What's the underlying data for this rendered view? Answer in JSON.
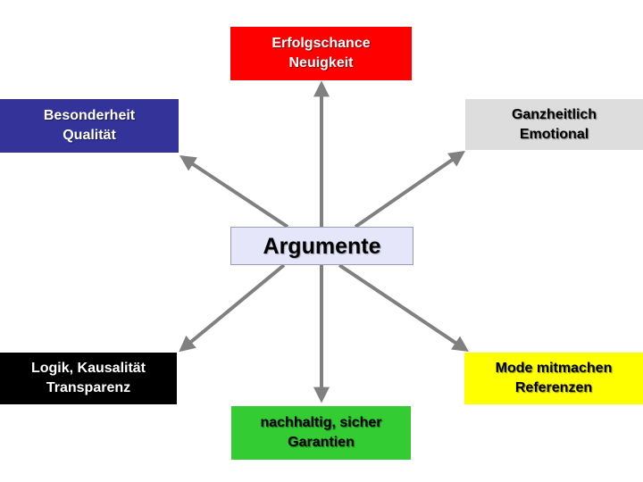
{
  "center": {
    "label": "Argumente",
    "bg": "#e6e6fa",
    "color": "#000000"
  },
  "nodes": [
    {
      "id": "top",
      "line1": "Erfolgschance",
      "line2": "Neuigkeit",
      "bg": "#ff0000",
      "color": "#ffffff"
    },
    {
      "id": "upper-left",
      "line1": "Besonderheit",
      "line2": "Qualität",
      "bg": "#333399",
      "color": "#ffffff"
    },
    {
      "id": "upper-right",
      "line1": "Ganzheitlich",
      "line2": "Emotional",
      "bg": "#dddddd",
      "color": "#000000"
    },
    {
      "id": "lower-left",
      "line1": "Logik, Kausalität",
      "line2": "Transparenz",
      "bg": "#000000",
      "color": "#ffffff"
    },
    {
      "id": "lower-right",
      "line1": "Mode mitmachen",
      "line2": "Referenzen",
      "bg": "#ffff00",
      "color": "#000000"
    },
    {
      "id": "bottom",
      "line1": "nachhaltig, sicher",
      "line2": "Garantien",
      "bg": "#33cc33",
      "color": "#000000"
    }
  ],
  "arrow_color": "#808080"
}
